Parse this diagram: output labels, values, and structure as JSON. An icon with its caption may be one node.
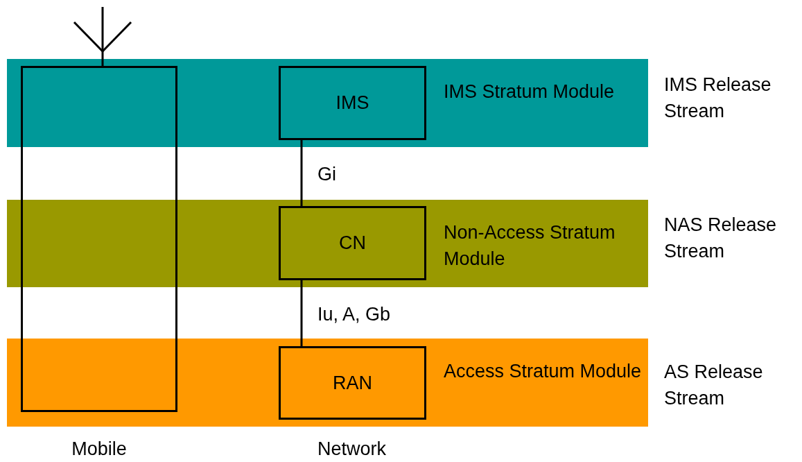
{
  "diagram": {
    "nodes": [
      {
        "text": [
          "IMS Stratum Module"
        ],
        "beside": [
          "IMS Release Stream"
        ]
      },
      {
        "text": [
          "IMS"
        ],
        "in": 0
      },
      {
        "text": [
          "Non-Access Stratum Module"
        ],
        "beside": [
          "NAS Release Stream"
        ]
      },
      {
        "text": [
          "CN"
        ],
        "in": 2
      },
      {
        "text": [
          "Access Stratum Module"
        ],
        "beside": [
          "AS Release Stream"
        ]
      },
      {
        "text": [
          "RAN"
        ],
        "in": 4
      },
      {
        "text": [
          "Mobile"
        ]
      }
    ],
    "edges": [
      {
        "from": 1,
        "to": 3,
        "arrow": "none",
        "label": "Gi"
      },
      {
        "from": 3,
        "to": 5,
        "arrow": "none",
        "label": "Iu, A, Gb"
      }
    ],
    "labels": [
      "Network"
    ]
  }
}
